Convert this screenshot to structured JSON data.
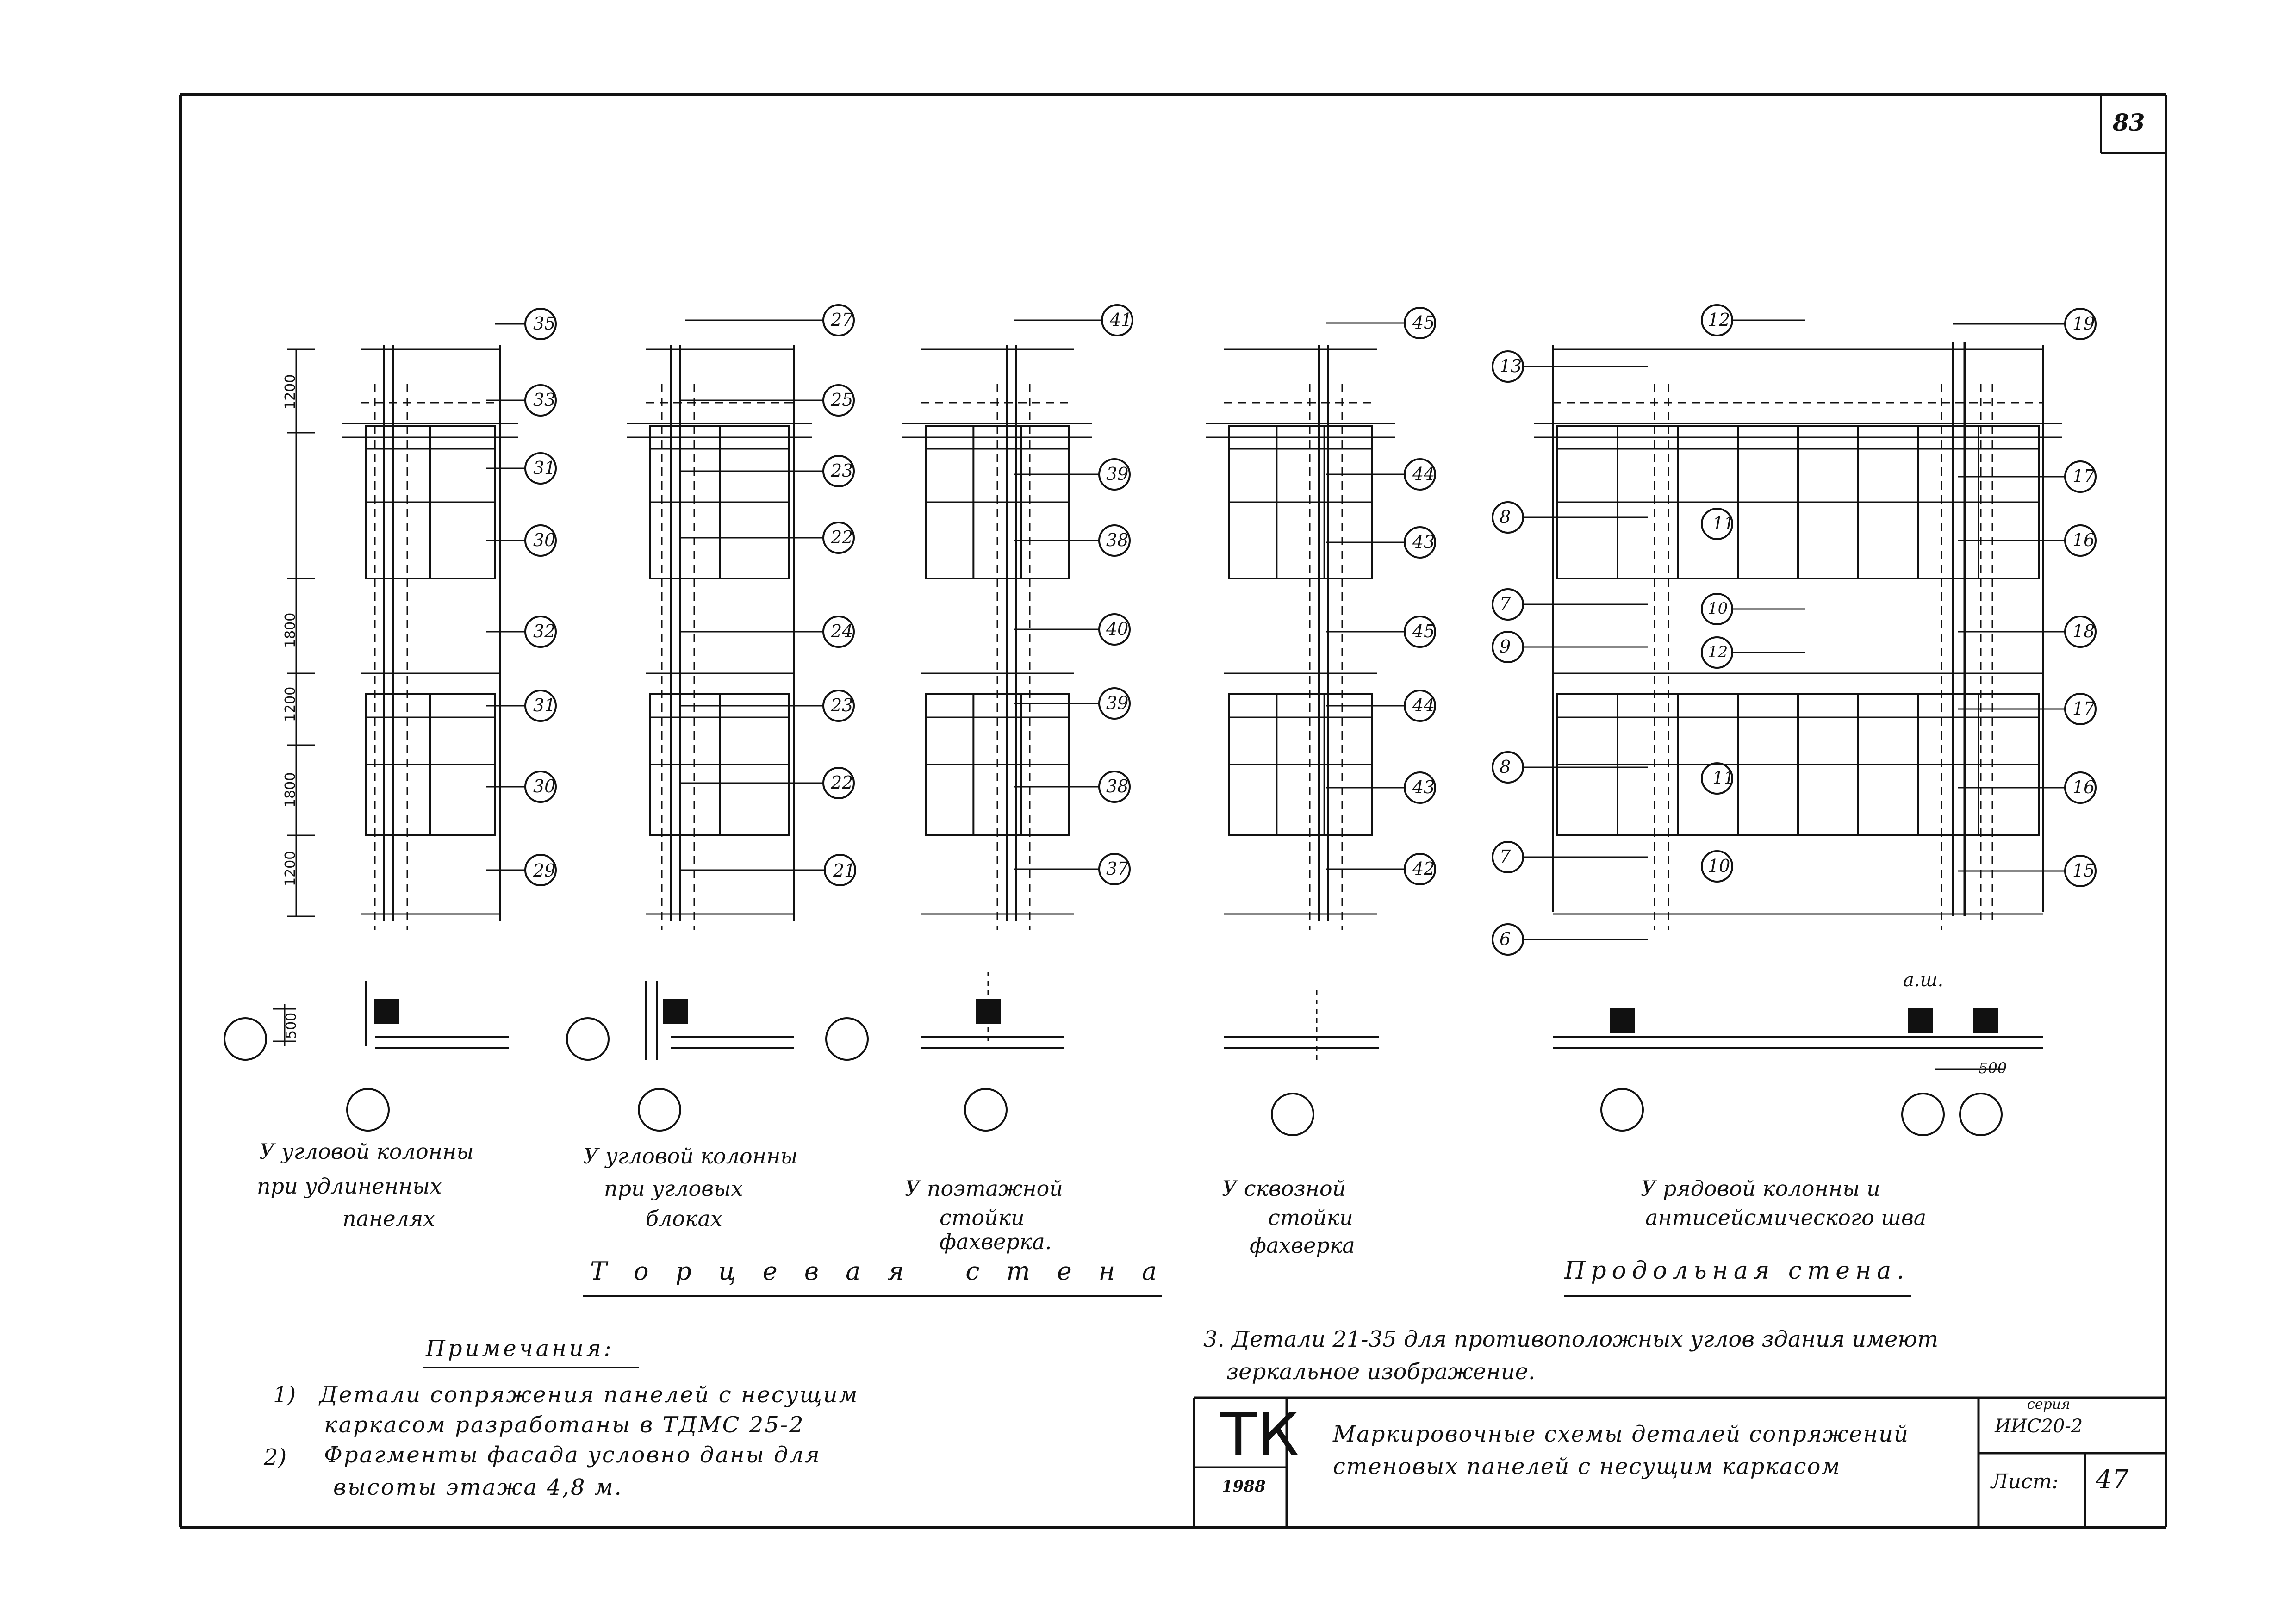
{
  "sheet": {
    "page_number": "83",
    "series_label": "серия",
    "series_value": "ИИС20-2",
    "sheet_label": "Лист:",
    "sheet_number": "47",
    "logo_text": "ТК",
    "year": "1988",
    "title_line1": "Маркировочные схемы деталей сопряжений",
    "title_line2": "стеновых панелей с несущим каркасом"
  },
  "dims": [
    "1200",
    "1800",
    "1200",
    "1800",
    "1200",
    "500",
    "500"
  ],
  "markers": {
    "col1": [
      "35",
      "33",
      "31",
      "30",
      "32",
      "31",
      "30",
      "29"
    ],
    "col2": [
      "27",
      "25",
      "23",
      "22",
      "24",
      "23",
      "22",
      "21"
    ],
    "col3": [
      "41",
      "39",
      "38",
      "40",
      "39",
      "38",
      "37"
    ],
    "col4": [
      "45",
      "44",
      "43",
      "45",
      "44",
      "43",
      "42"
    ],
    "col5_left": [
      "13",
      "8",
      "7",
      "9",
      "8",
      "7",
      "6"
    ],
    "col5_mid": [
      "12",
      "11",
      "10",
      "12",
      "11",
      "10"
    ],
    "col5_right": [
      "19",
      "17",
      "16",
      "18",
      "17",
      "16",
      "15"
    ]
  },
  "plan": {
    "seam_label": "а.ш."
  },
  "captions": {
    "c1": [
      "У угловой колонны",
      "при удлиненных",
      "панелях"
    ],
    "c2": [
      "У угловой колонны",
      "при угловых",
      "блоках"
    ],
    "c3": [
      "У поэтажной",
      "стойки",
      "фахверка."
    ],
    "c4": [
      "У сквозной",
      "стойки",
      "фахверка"
    ],
    "c5": [
      "У рядовой колонны и",
      "антисейсмического шва"
    ],
    "end_wall": "Торцевая стена",
    "long_wall": "Продольная стена."
  },
  "notes": {
    "heading": "Примечания:",
    "n1_num": "1)",
    "n1_lines": [
      "Детали сопряжения панелей с несущим",
      "каркасом разработаны в ТДМС 25-2"
    ],
    "n2_num": "2)",
    "n2_lines": [
      "Фрагменты фасада условно даны для",
      "высоты этажа 4,8 м."
    ],
    "n3_lines": [
      "3. Детали 21-35 для противоположных углов здания имеют",
      "зеркальное изображение."
    ]
  }
}
